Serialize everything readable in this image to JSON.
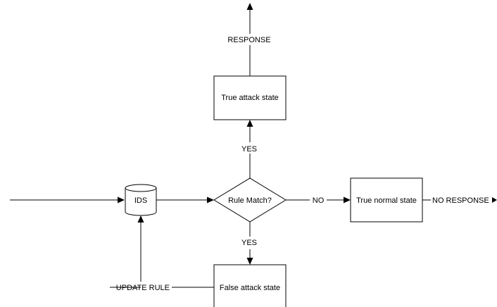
{
  "nodes": {
    "ids": "IDS",
    "decision": "Rule Match?",
    "true_attack": "True attack state",
    "true_normal": "True normal state",
    "false_attack": "False attack state"
  },
  "edge_labels": {
    "response": "RESPONSE",
    "yes_up": "YES",
    "yes_down": "YES",
    "no": "NO",
    "no_response": "NO RESPONSE",
    "update_rule": "UPDATE RULE"
  }
}
